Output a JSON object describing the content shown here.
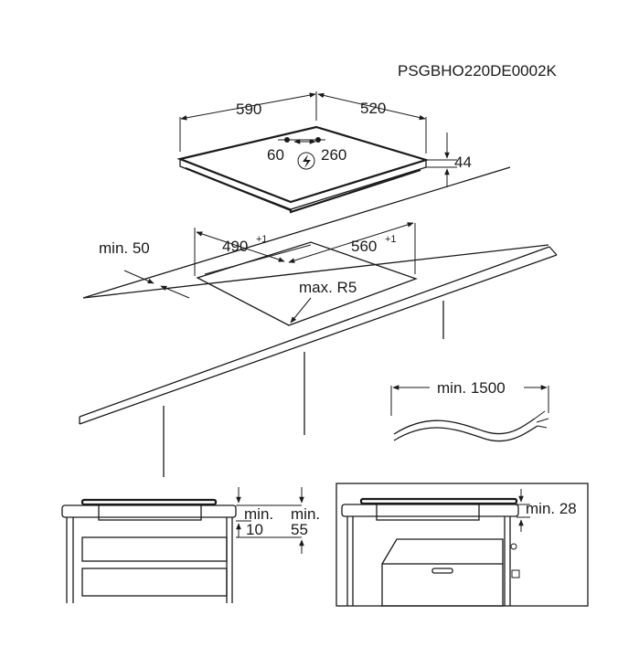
{
  "document_code": "PSGBHO220DE0002K",
  "hob": {
    "width": "590",
    "depth": "520",
    "height": "44",
    "terminal_left": "60",
    "terminal_right": "260"
  },
  "cutout": {
    "depth": "490",
    "depth_tolerance": "+1",
    "width": "560",
    "width_tolerance": "+1",
    "edge_distance": "min. 50",
    "corner_radius": "max. R5"
  },
  "cable": {
    "length": "min. 1500"
  },
  "install_drawer": {
    "gap_hob": "min.",
    "gap_hob_value": "10",
    "gap_drawer": "min.",
    "gap_drawer_value": "55"
  },
  "install_oven": {
    "gap": "min. 28"
  }
}
